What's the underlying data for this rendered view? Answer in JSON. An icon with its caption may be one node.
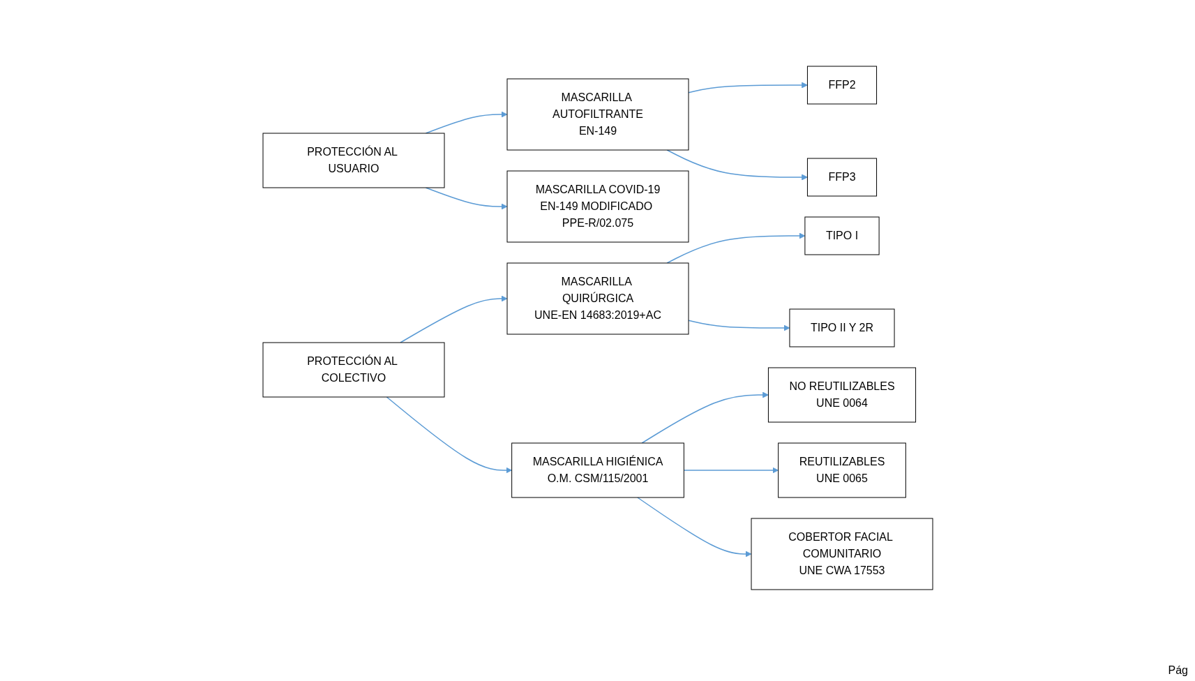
{
  "diagram": {
    "nodes": [
      {
        "text": [
          "PROTECCIÓN AL USUARIO"
        ]
      },
      {
        "text": [
          "MASCARILLA AUTOFILTRANTE",
          "EN-149"
        ]
      },
      {
        "text": [
          "FFP2"
        ]
      },
      {
        "text": [
          "FFP3"
        ]
      },
      {
        "text": [
          "MASCARILLA COVID-19",
          "EN-149 MODIFICADO PPE-R/02.075"
        ]
      },
      {
        "text": [
          "PROTECCIÓN AL COLECTIVO"
        ]
      },
      {
        "text": [
          "MASCARILLA QUIRÚRGICA",
          "UNE-EN 14683:2019+AC"
        ]
      },
      {
        "text": [
          "TIPO I"
        ]
      },
      {
        "text": [
          "TIPO II Y 2R"
        ]
      },
      {
        "text": [
          "MASCARILLA HIGIÉNICA",
          "O.M. CSM/115/2001"
        ]
      },
      {
        "text": [
          "NO REUTILIZABLES",
          "UNE 0064"
        ]
      },
      {
        "text": [
          "REUTILIZABLES",
          "UNE 0065"
        ]
      },
      {
        "text": [
          "COBERTOR FACIAL COMUNITARIO",
          "UNE CWA 17553"
        ]
      }
    ],
    "edges": [
      {
        "from": 0,
        "to": 1,
        "arrow": "to"
      },
      {
        "from": 0,
        "to": 4,
        "arrow": "to"
      },
      {
        "from": 1,
        "to": 2,
        "arrow": "to"
      },
      {
        "from": 1,
        "to": 3,
        "arrow": "to"
      },
      {
        "from": 5,
        "to": 6,
        "arrow": "to"
      },
      {
        "from": 5,
        "to": 9,
        "arrow": "to"
      },
      {
        "from": 6,
        "to": 7,
        "arrow": "to"
      },
      {
        "from": 6,
        "to": 8,
        "arrow": "to"
      },
      {
        "from": 9,
        "to": 10,
        "arrow": "to"
      },
      {
        "from": 9,
        "to": 11,
        "arrow": "to"
      },
      {
        "from": 9,
        "to": 12,
        "arrow": "to"
      }
    ],
    "labels": [
      "Pág"
    ]
  }
}
